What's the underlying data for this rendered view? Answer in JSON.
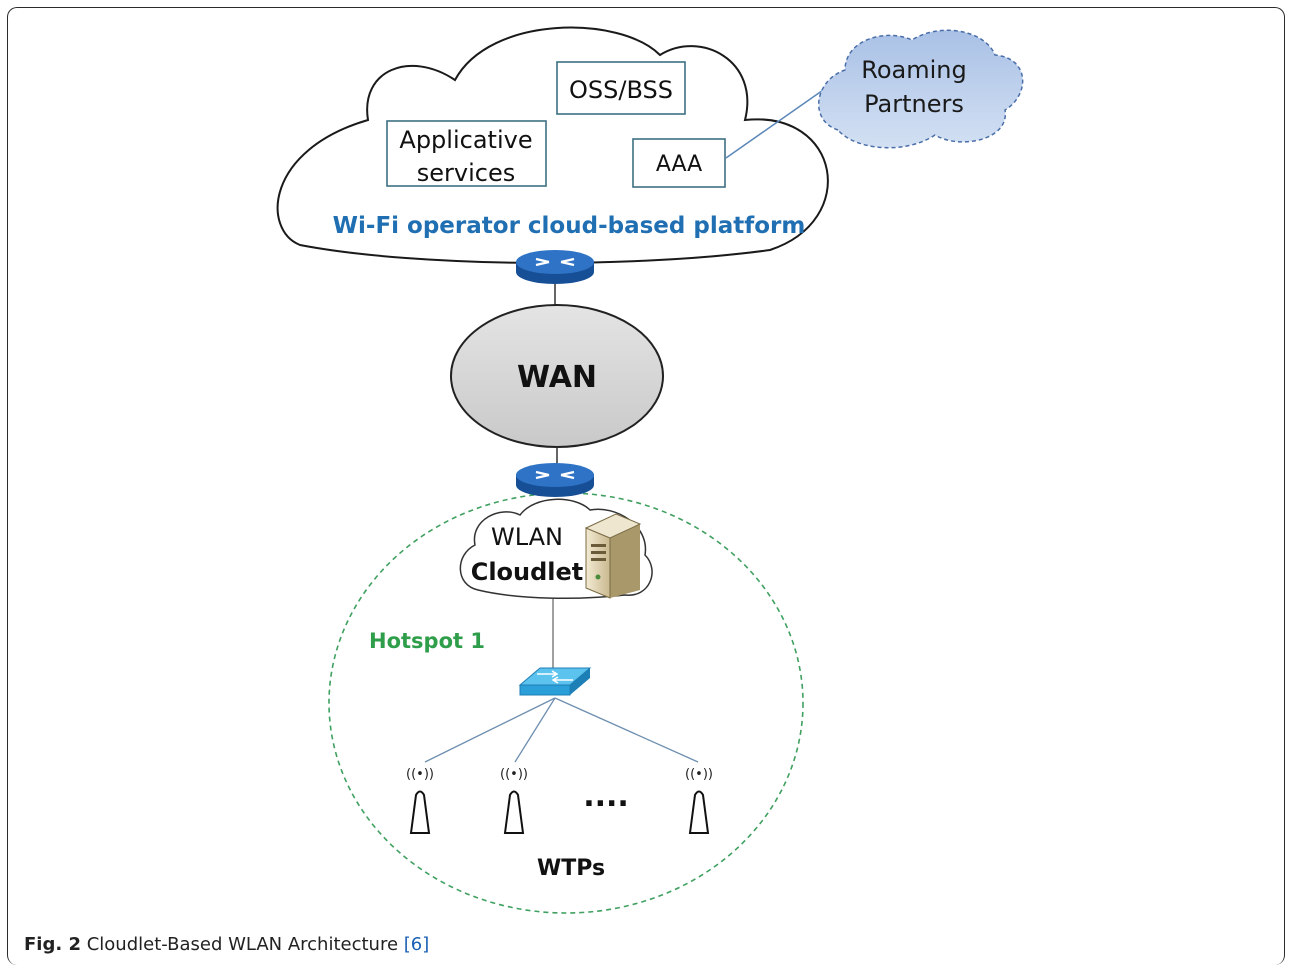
{
  "cloud": {
    "title": "Wi-Fi operator cloud-based platform",
    "boxes": {
      "oss": "OSS/BSS",
      "applicative_line1": "Applicative",
      "applicative_line2": "services",
      "aaa": "AAA"
    }
  },
  "roaming": {
    "line1": "Roaming",
    "line2": "Partners"
  },
  "wan": {
    "label": "WAN"
  },
  "cloudlet": {
    "line1": "WLAN",
    "line2": "Cloudlet"
  },
  "hotspot": {
    "label": "Hotspot 1"
  },
  "wtps": {
    "label": "WTPs",
    "ellipsis": "...."
  },
  "caption": {
    "fig": "Fig. 2",
    "text": " Cloudlet-Based WLAN Architecture ",
    "ref": "[6]"
  },
  "colors": {
    "cloud_title": "#1f6fb2",
    "hotspot": "#2e9e4a",
    "router": "#1e5fb0",
    "switch": "#2a9fd8",
    "roaming_fill": "#b9cdea"
  }
}
